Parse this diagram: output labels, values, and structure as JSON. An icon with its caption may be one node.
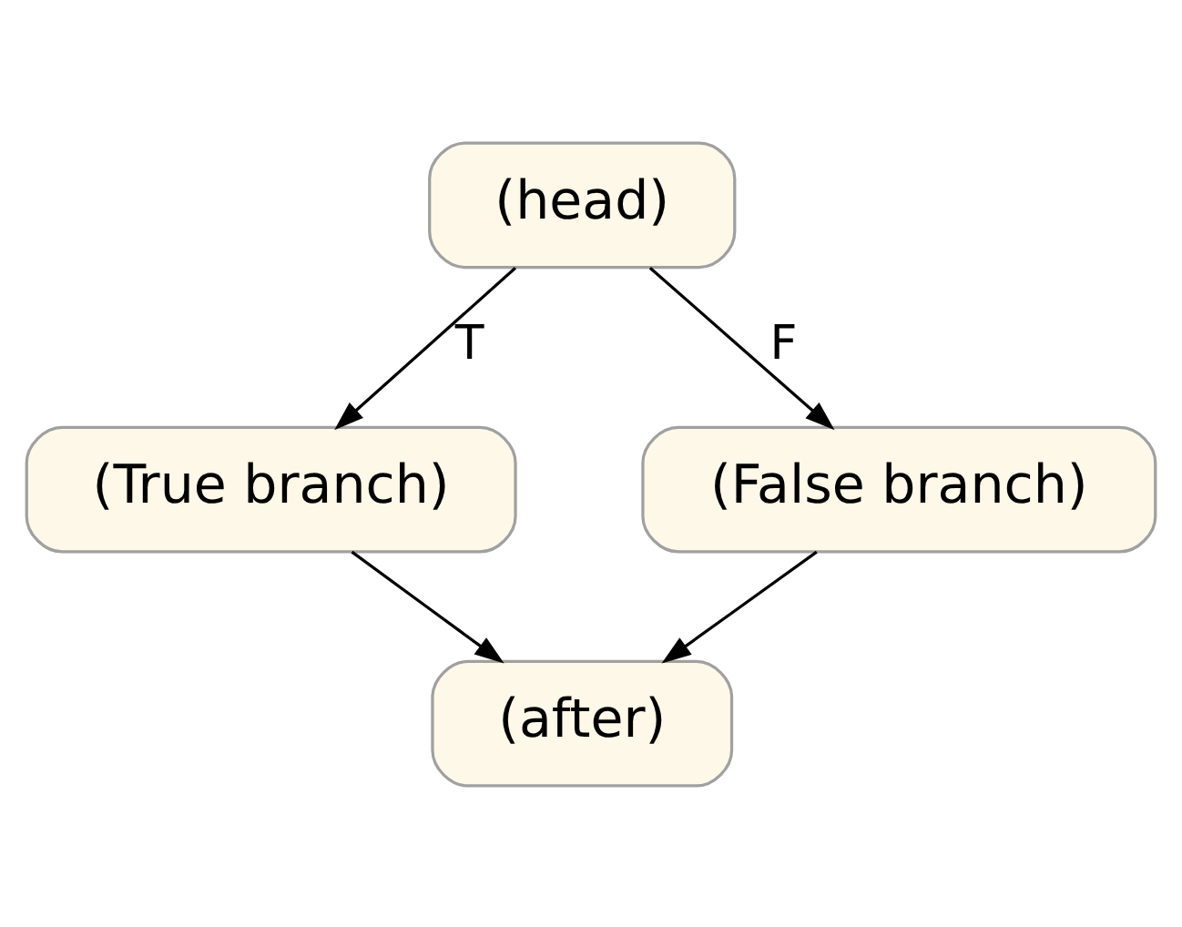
{
  "diagram": {
    "nodes": [
      {
        "text": [
          "(head)"
        ]
      },
      {
        "text": [
          "(True branch)"
        ]
      },
      {
        "text": [
          "(False branch)"
        ]
      },
      {
        "text": [
          "(after)"
        ]
      }
    ],
    "edges": [
      {
        "from": 0,
        "to": 1,
        "arrow": "to",
        "label": "T"
      },
      {
        "from": 0,
        "to": 2,
        "arrow": "to",
        "label": "F"
      },
      {
        "from": 2,
        "to": 3,
        "arrow": "to"
      },
      {
        "from": 1,
        "to": 3,
        "arrow": "to"
      }
    ]
  }
}
